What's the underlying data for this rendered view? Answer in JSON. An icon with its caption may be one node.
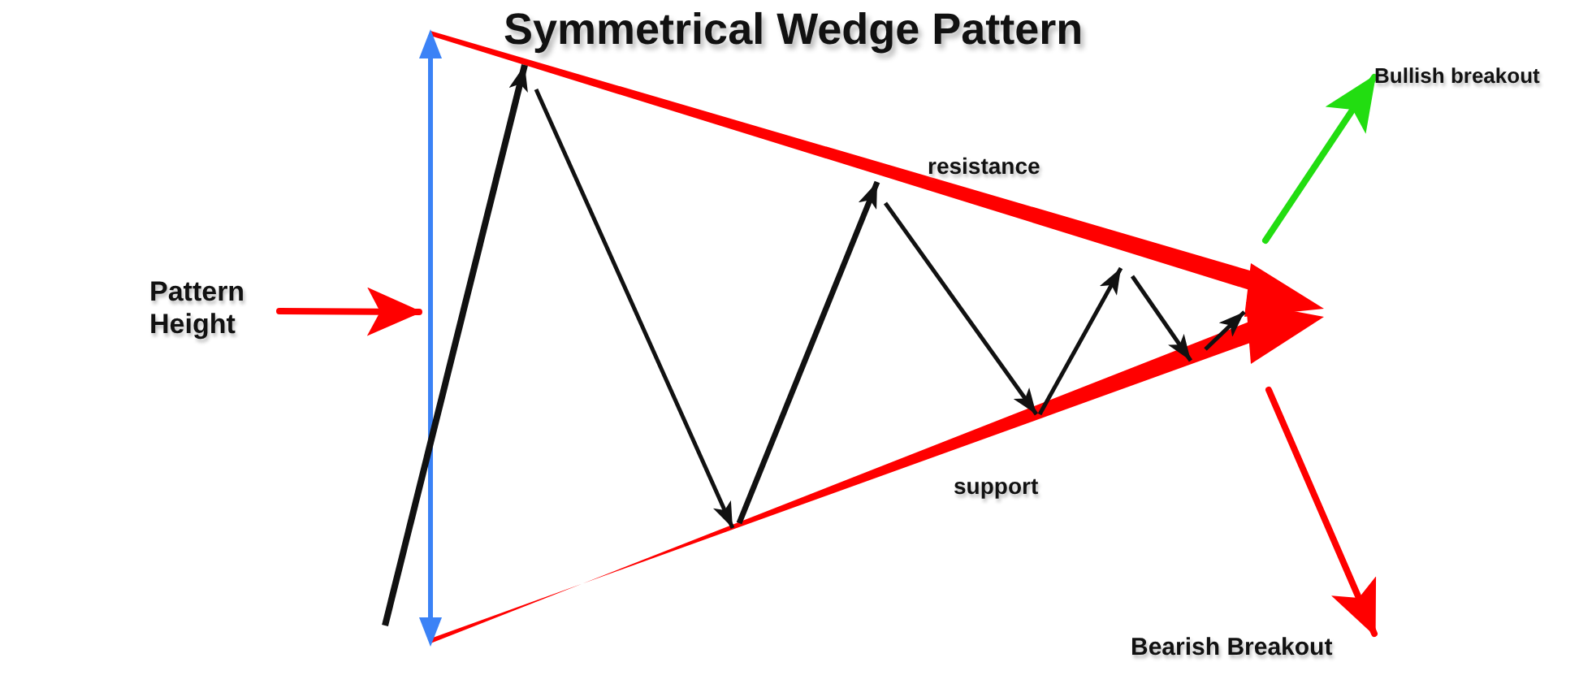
{
  "diagram": {
    "title": "Symmetrical Wedge Pattern",
    "nodes": [
      {
        "text": [
          "Pattern Height"
        ]
      },
      {
        "text": [
          "Bullish breakout"
        ]
      },
      {
        "text": [
          "Bearish Breakout"
        ]
      }
    ],
    "edges": [
      {
        "from": 0,
        "to": null,
        "arrow": "to"
      },
      {
        "from": null,
        "to": 1,
        "arrow": "to",
        "color": "#22dd11"
      },
      {
        "from": null,
        "to": 2,
        "arrow": "to"
      }
    ],
    "labels": [
      "resistance",
      "support"
    ]
  }
}
